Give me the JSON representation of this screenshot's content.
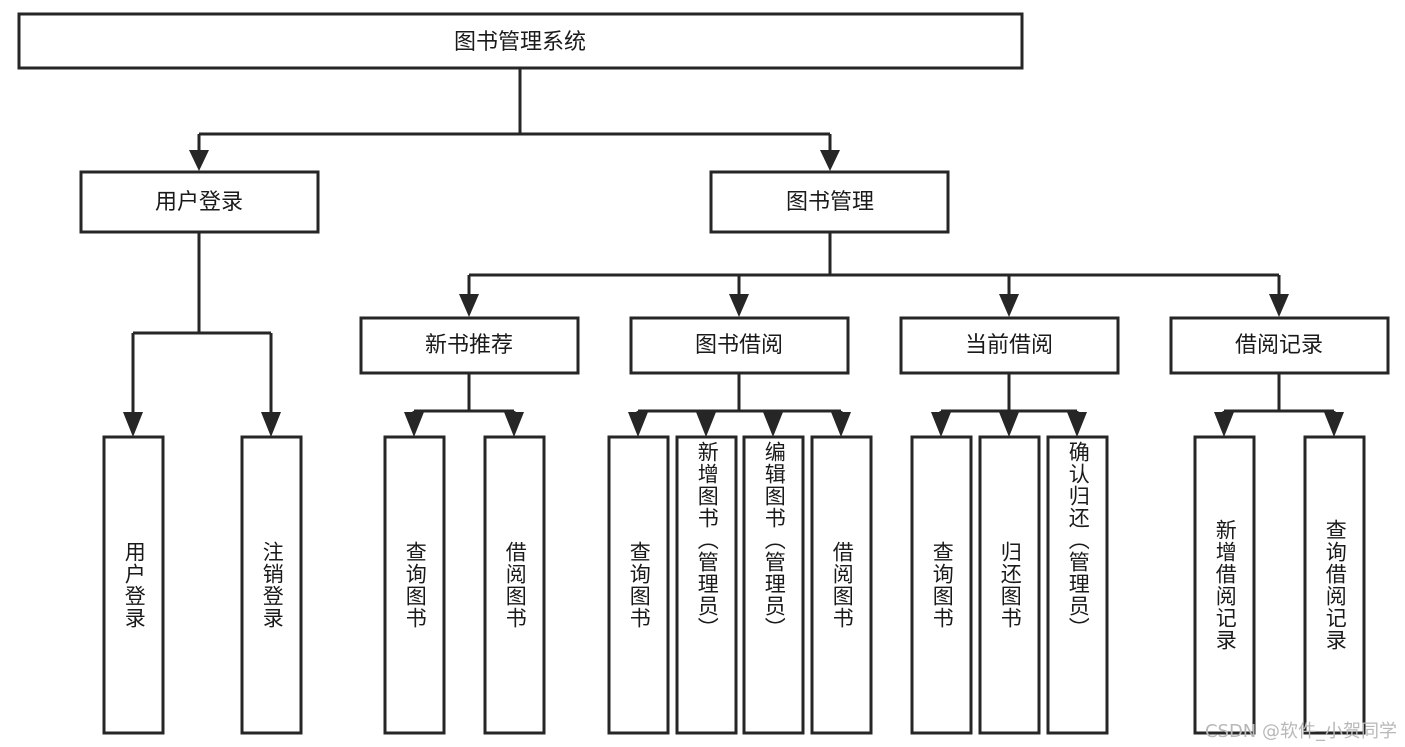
{
  "diagram": {
    "title": "图书管理系统",
    "watermark": "CSDN @软件_小贺同学",
    "colors": {
      "stroke": "#262626",
      "fill": "#ffffff",
      "text": "#1a1a1a",
      "watermark": "#b8b8b8",
      "background": "#ffffff"
    },
    "root": {
      "label": "图书管理系统"
    },
    "level1": [
      {
        "label": "用户登录"
      },
      {
        "label": "图书管理"
      }
    ],
    "level2": [
      {
        "label": "新书推荐"
      },
      {
        "label": "图书借阅"
      },
      {
        "label": "当前借阅"
      },
      {
        "label": "借阅记录"
      }
    ],
    "leaves": {
      "user_login": [
        {
          "label": "用户登录"
        },
        {
          "label": "注销登录"
        }
      ],
      "new_book_recommend": [
        {
          "label": "查询图书"
        },
        {
          "label": "借阅图书"
        }
      ],
      "book_borrow": [
        {
          "label": "查询图书"
        },
        {
          "label": "新增图书（管理员）"
        },
        {
          "label": "编辑图书（管理员）"
        },
        {
          "label": "借阅图书"
        }
      ],
      "current_borrow": [
        {
          "label": "查询图书"
        },
        {
          "label": "归还图书"
        },
        {
          "label": "确认归还（管理员）"
        }
      ],
      "borrow_record": [
        {
          "label": "新增借阅记录"
        },
        {
          "label": "查询借阅记录"
        }
      ]
    }
  }
}
